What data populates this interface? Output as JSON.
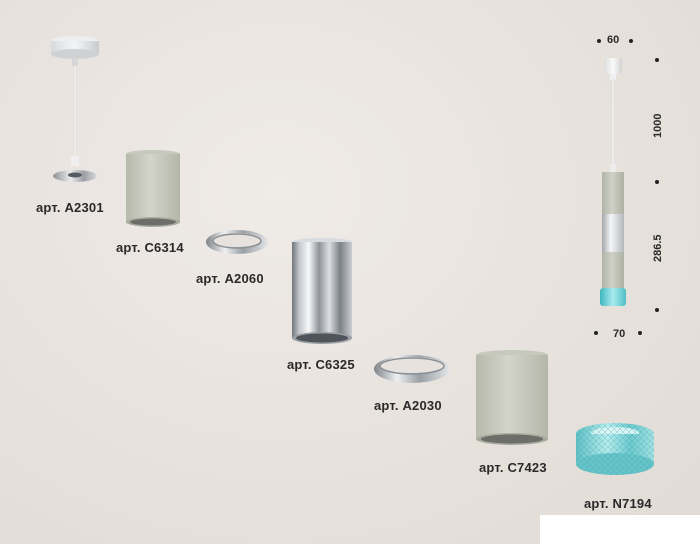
{
  "products": [
    {
      "article": "арт. A2301"
    },
    {
      "article": "арт. C6314"
    },
    {
      "article": "арт. A2060"
    },
    {
      "article": "арт. C6325"
    },
    {
      "article": "арт. A2030"
    },
    {
      "article": "арт. C7423"
    },
    {
      "article": "арт. N7194"
    }
  ],
  "dimensions": {
    "top_width": "60",
    "cable_length": "1000",
    "body_height": "286.5",
    "bottom_width": "70"
  },
  "colors": {
    "background": "#e9e4df",
    "gray_green": "#c9cbbf",
    "chrome": "#b9bcc0",
    "aqua_glass": "#7fd3d6",
    "white_mount": "#f2f2f2"
  }
}
